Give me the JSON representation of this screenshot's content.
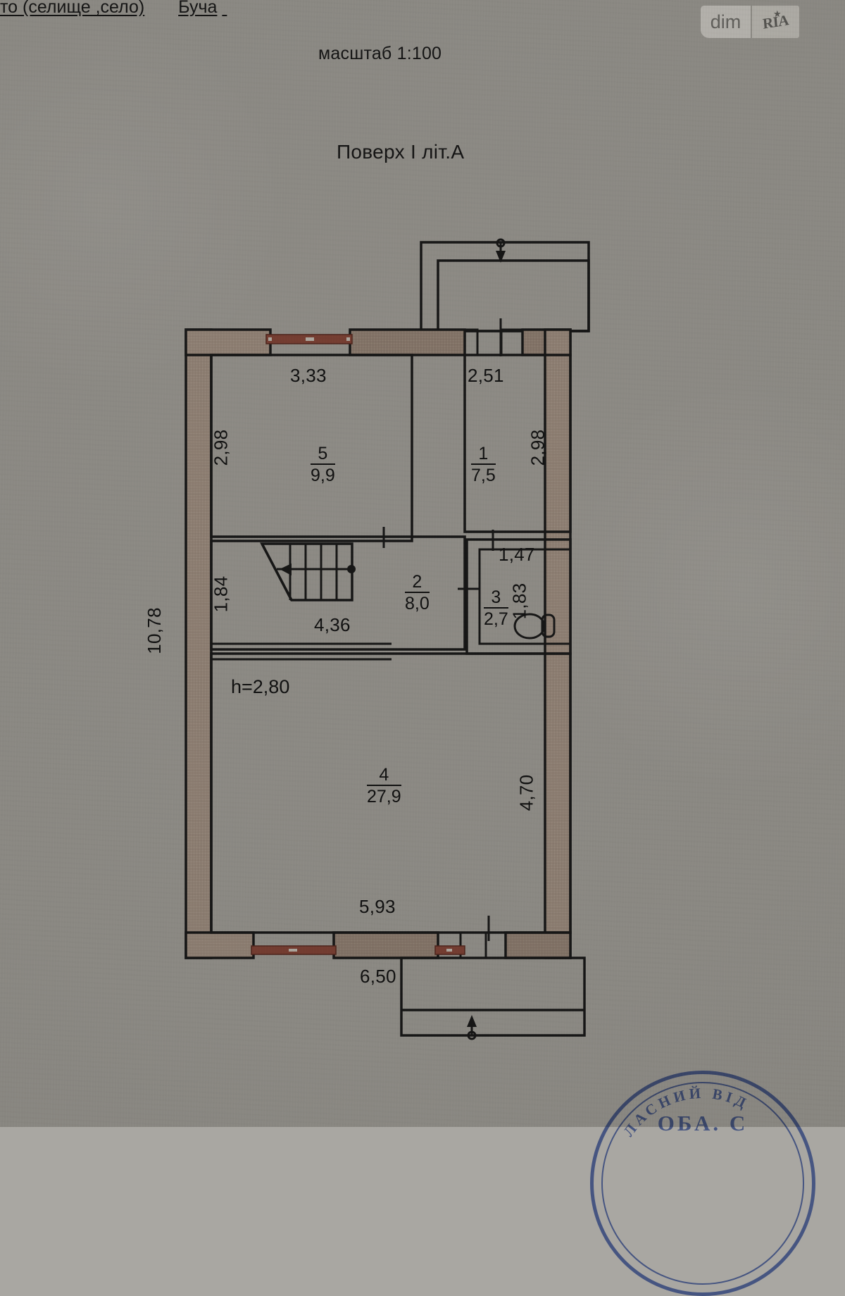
{
  "header": {
    "locality_prefix": "то (селище ,село)",
    "locality_value": "Буча",
    "scale": "масштаб 1:100",
    "floor_title": "Поверх I літ.А"
  },
  "watermark": {
    "left_text": "dim",
    "right_text": "RIA",
    "star_glyph": "★"
  },
  "plan": {
    "ceiling_height_label": "h=2,80",
    "overall": {
      "left_height": "10,78",
      "bottom_porch_width": "6,50"
    },
    "rooms": [
      {
        "number": "1",
        "area": "7,5",
        "width": "2,51",
        "height": "2,98"
      },
      {
        "number": "2",
        "area": "8,0",
        "width": "4,36",
        "height": "1,84"
      },
      {
        "number": "3",
        "area": "2,7",
        "width": "1,47",
        "height": "1,83"
      },
      {
        "number": "4",
        "area": "27,9",
        "width": "5,93",
        "height": "4,70"
      },
      {
        "number": "5",
        "area": "9,9",
        "width": "3,33",
        "height": "2,98"
      }
    ],
    "dimensions": {
      "d_3_33": "3,33",
      "d_2_51": "2,51",
      "d_2_98_left": "2,98",
      "d_2_98_right": "2,98",
      "d_1_84": "1,84",
      "d_4_36": "4,36",
      "d_1_47": "1,47",
      "d_1_83": "1,83",
      "d_5_93": "5,93",
      "d_4_70": "4,70",
      "d_10_78": "10,78",
      "d_6_50": "6,50"
    },
    "fixtures": {
      "toilet": "toilet-fixture",
      "stairs": "staircase"
    }
  },
  "stamp": {
    "arc_text": "ЛАСНИЙ ВІД",
    "center_text": "ОБА. С"
  },
  "colors": {
    "paper": "#a9a7a2",
    "wall_hatch": "#b3a295",
    "ink": "#141414",
    "window": "#8c4a3c",
    "stamp_blue": "#2b3f79",
    "room_fill": "#b6b4ae"
  }
}
